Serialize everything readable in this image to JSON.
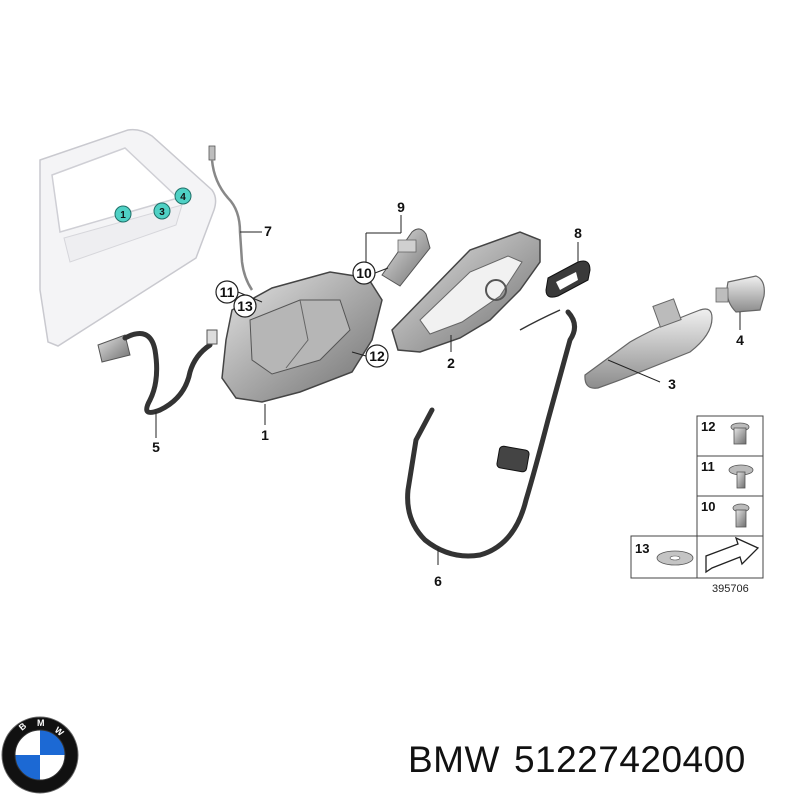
{
  "callouts": [
    {
      "id": "part-1",
      "label": "1"
    },
    {
      "id": "part-2",
      "label": "2"
    },
    {
      "id": "part-3",
      "label": "3"
    },
    {
      "id": "part-4",
      "label": "4"
    },
    {
      "id": "part-5",
      "label": "5"
    },
    {
      "id": "part-6",
      "label": "6"
    },
    {
      "id": "part-7",
      "label": "7"
    },
    {
      "id": "part-8",
      "label": "8"
    },
    {
      "id": "part-9",
      "label": "9"
    }
  ],
  "circled_labels": [
    "10",
    "11",
    "12",
    "13"
  ],
  "door_markers": [
    "1",
    "3",
    "4"
  ],
  "hardware_legend": [
    "12",
    "11",
    "10",
    "13"
  ],
  "reference_number": "395706",
  "brand": {
    "name": "BMW",
    "part_number": "51227420400",
    "logo_letters": "BMW"
  },
  "colors": {
    "marker": "#4fd1c5",
    "line": "#222222",
    "part_gray": "#9a9a9a"
  }
}
